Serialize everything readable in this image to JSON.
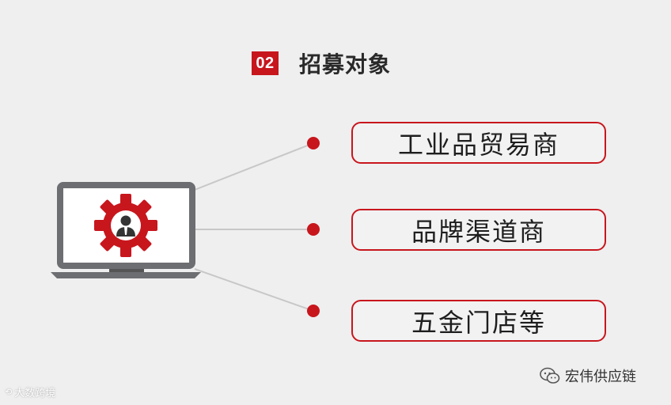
{
  "header": {
    "number": "02",
    "title": "招募对象"
  },
  "items": [
    {
      "label": "工业品贸易商"
    },
    {
      "label": "品牌渠道商"
    },
    {
      "label": "五金门店等"
    }
  ],
  "watermarks": {
    "left": "大数跨境",
    "right": "宏伟供应链"
  },
  "colors": {
    "accent": "#c8161d",
    "background": "#efefef",
    "laptop": "#6d6e71",
    "line": "#c8c8c8"
  }
}
